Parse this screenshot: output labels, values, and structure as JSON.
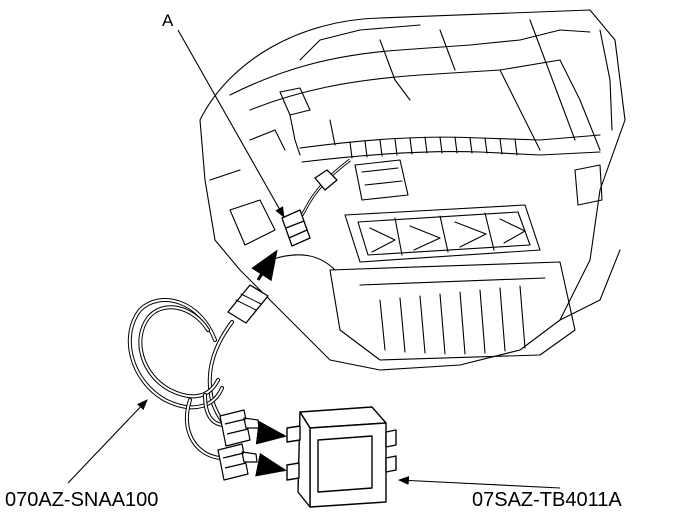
{
  "diagram": {
    "callout_label": "A",
    "part_numbers": {
      "harness": "070AZ-SNAA100",
      "test_box": "07SAZ-TB4011A"
    }
  }
}
